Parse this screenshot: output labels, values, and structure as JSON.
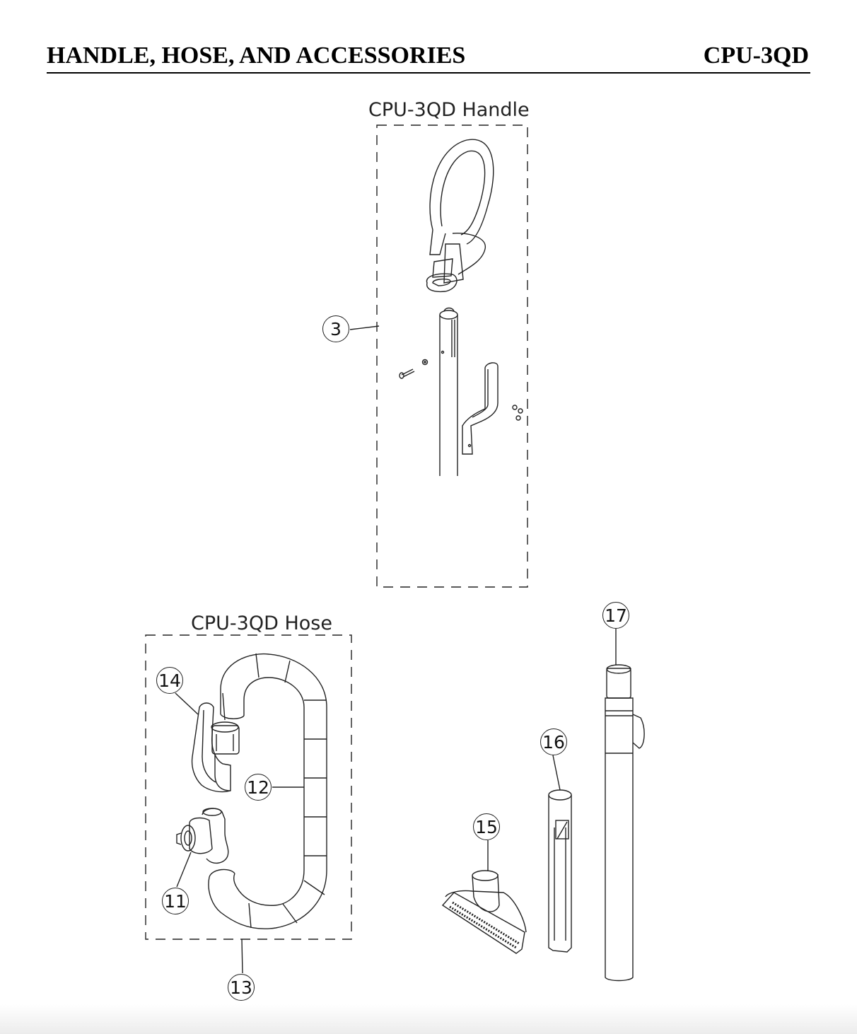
{
  "header": {
    "section_title": "HANDLE, HOSE, AND ACCESSORIES",
    "model": "CPU-3QD"
  },
  "groups": {
    "handle_title": "CPU-3QD Handle",
    "hose_title": "CPU-3QD Hose"
  },
  "callouts": {
    "c3": "3",
    "c11": "11",
    "c12": "12",
    "c13": "13",
    "c14": "14",
    "c15": "15",
    "c16": "16",
    "c17": "17"
  }
}
